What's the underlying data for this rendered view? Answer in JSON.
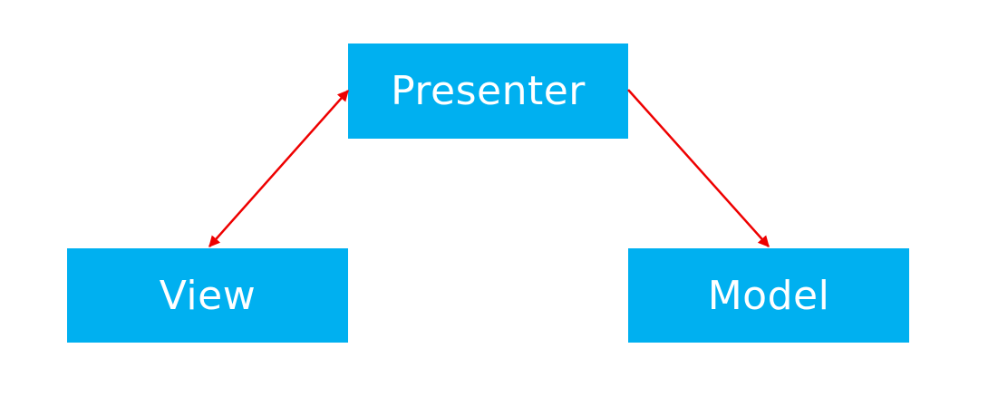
{
  "diagram": {
    "nodes": {
      "presenter": {
        "label": "Presenter"
      },
      "view": {
        "label": "View"
      },
      "model": {
        "label": "Model"
      }
    },
    "edges": [
      {
        "from": "view",
        "to": "presenter",
        "direction": "bidirectional"
      },
      {
        "from": "presenter",
        "to": "model",
        "direction": "forward"
      }
    ],
    "colors": {
      "node_fill": "#00b0f0",
      "node_text": "#ffffff",
      "edge": "#ee0000",
      "background": "#ffffff"
    }
  }
}
